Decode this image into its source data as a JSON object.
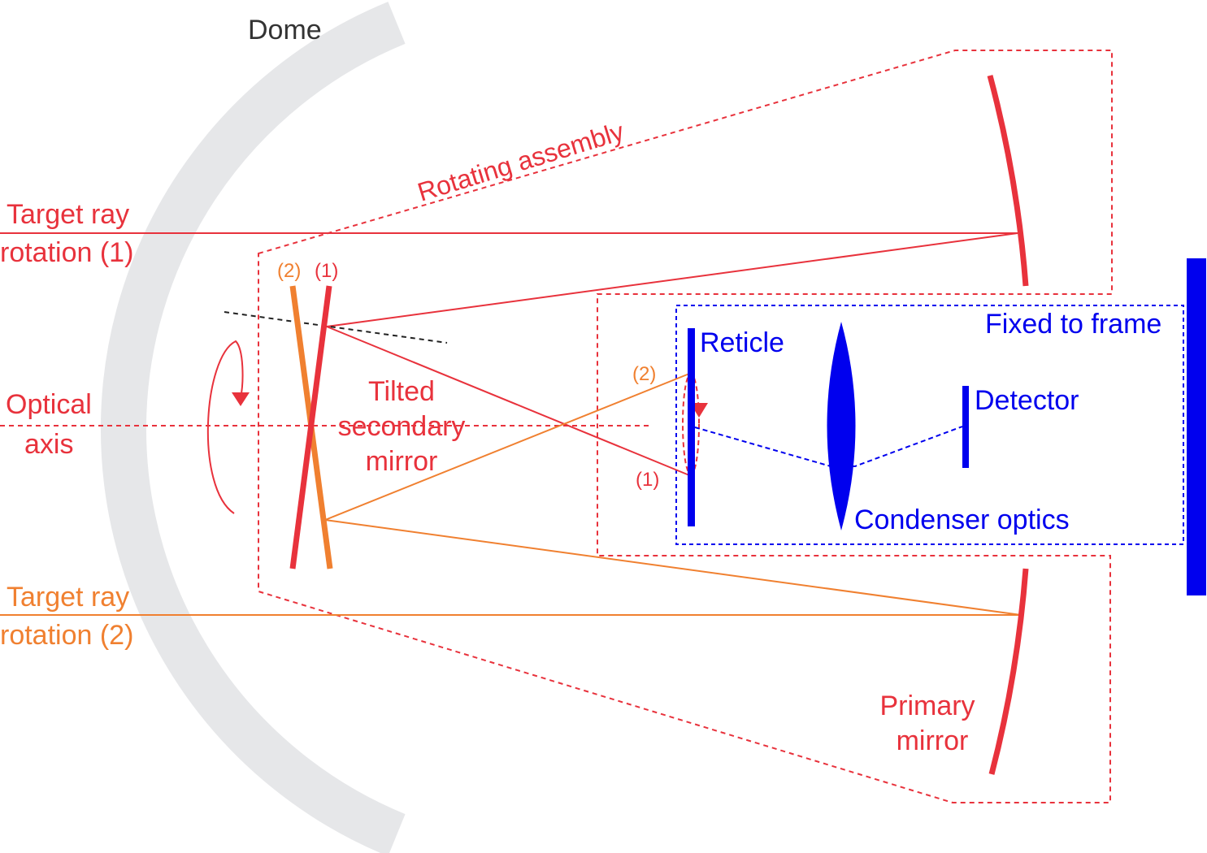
{
  "colors": {
    "red": "#e8323c",
    "orange": "#f08030",
    "blue": "#0000ee",
    "gray": "#e6e7e9",
    "black": "#222222",
    "text_gray": "#333333"
  },
  "labels": {
    "dome": "Dome",
    "rotating_assembly": "Rotating assembly",
    "target_ray_1_line1": "Target ray",
    "target_ray_1_line2": "rotation (1)",
    "target_ray_2_line1": "Target ray",
    "target_ray_2_line2": "rotation (2)",
    "optical_axis_line1": "Optical",
    "optical_axis_line2": "axis",
    "secondary_line1": "Tilted",
    "secondary_line2": "secondary",
    "secondary_line3": "mirror",
    "marker_2": "(2)",
    "marker_1": "(1)",
    "reticle_marker_2": "(2)",
    "reticle_marker_1": "(1)",
    "reticle": "Reticle",
    "fixed_to_frame": "Fixed to frame",
    "detector": "Detector",
    "condenser_optics": "Condenser optics",
    "primary_line1": "Primary",
    "primary_line2": "mirror"
  }
}
